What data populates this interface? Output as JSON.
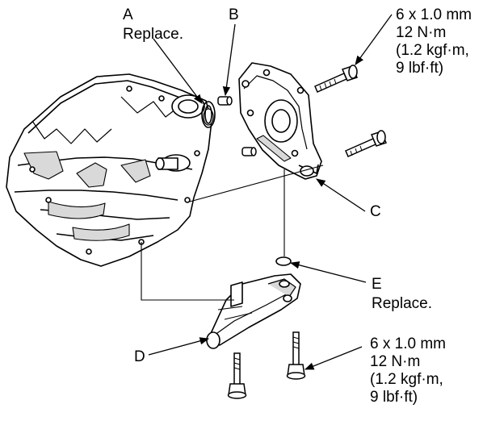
{
  "callouts": {
    "a": {
      "letter": "A",
      "note": "Replace."
    },
    "b": {
      "letter": "B"
    },
    "c": {
      "letter": "C"
    },
    "d": {
      "letter": "D"
    },
    "e": {
      "letter": "E",
      "note": "Replace."
    }
  },
  "torque_top": {
    "size": "6 x 1.0 mm",
    "nm": "12 N·m",
    "kgf": "(1.2 kgf·m,",
    "lbf": "9 lbf·ft)"
  },
  "torque_bottom": {
    "size": "6 x 1.0 mm",
    "nm": "12 N·m",
    "kgf": "(1.2 kgf·m,",
    "lbf": "9 lbf·ft)"
  },
  "colors": {
    "ink": "#000000",
    "paper": "#ffffff",
    "shade": "#d9d9d9"
  }
}
